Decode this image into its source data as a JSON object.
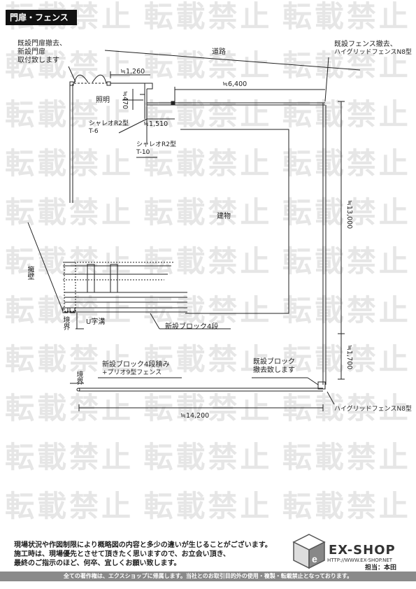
{
  "title": "門扉・フェンス",
  "watermark": "転載禁止",
  "labels": {
    "existing_gate": [
      "既設門扉撤去、",
      "新設門扉",
      "取付致します"
    ],
    "road": "道路",
    "existing_fence": [
      "既設フェンス撤去、",
      "ハイグリッドフェンスN8型"
    ],
    "light": "照明",
    "shareo_t6": [
      "シャレオR2型",
      "T-6"
    ],
    "shareo_t10": [
      "シャレオR2型",
      "T-10"
    ],
    "building": "建物",
    "retaining_wall": "擁壁",
    "boundary_left": "境界",
    "u_gutter": "U字溝",
    "new_block_4": "新設ブロック4段",
    "new_block_fence": [
      "新設ブロック4段積み",
      "+プリオ9型フェンス"
    ],
    "boundary_bottom": "境界",
    "existing_block": [
      "既設ブロック",
      "撤去致します"
    ],
    "hygrid_bottom": "ハイグリッドフェンスN8型"
  },
  "dimensions": {
    "d1260": "≒1,260",
    "d6400": "≒6,400",
    "d470": "≒470",
    "d1510": "≒1,510",
    "d13000": "≒13,000",
    "d1700": "≒1,700",
    "d14200": "≒14,200"
  },
  "footer": {
    "notes": [
      "現場状況や作図制限により概略図の内容と多少の違いが生じることがございます。",
      "施工時は、現場優先とさせて頂きたく思いますので、お立会い頂き、",
      "最終のご指示のほど、何卒、宜しくお願い致します。"
    ],
    "brand": "EX-SHOP",
    "url": "HTTP://WWW.EX-SHOP.NET",
    "staff": "担当：本田",
    "copyright": "全ての著作権は、エクスショップに帰属します。当社とのお取引目的外の使用・複製・転載禁止となっております。"
  }
}
